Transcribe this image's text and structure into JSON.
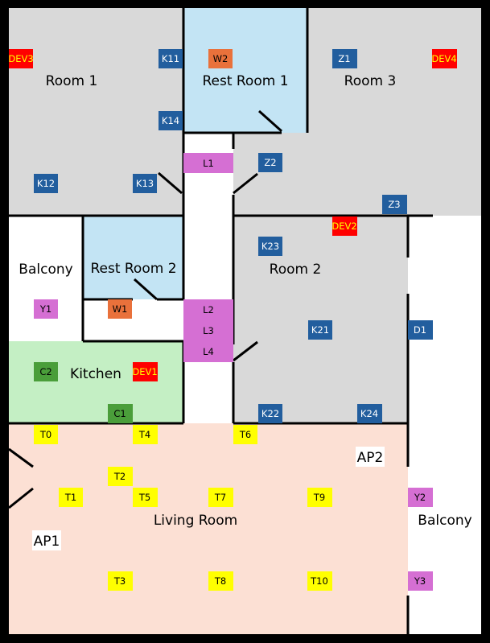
{
  "colors": {
    "wall": "#000000",
    "room_gray": "#d9d9d9",
    "restroom_blue": "#c3e4f4",
    "kitchen_green": "#c4efc4",
    "living_peach": "#fce0d4",
    "balcony_white": "#ffffff",
    "red": "#ff0000",
    "yellow": "#ffff00",
    "blue": "#225e9e",
    "pink": "#d56fd3",
    "orange": "#e9713b",
    "green": "#4a9e3a",
    "dev_text": "#ffff00",
    "tag_text_light": "#ffffff",
    "tag_text_dark": "#000000"
  },
  "rooms": {
    "room1": "Room 1",
    "restroom1": "Rest Room 1",
    "room3": "Room 3",
    "balcony_left": "Balcony",
    "restroom2": "Rest Room 2",
    "room2": "Room 2",
    "kitchen": "Kitchen",
    "living_room": "Living Room",
    "balcony_right": "Balcony"
  },
  "access_points": {
    "ap1": "AP1",
    "ap2": "AP2"
  },
  "devices": {
    "DEV1": "DEV1",
    "DEV2": "DEV2",
    "DEV3": "DEV3",
    "DEV4": "DEV4",
    "K11": "K11",
    "K12": "K12",
    "K13": "K13",
    "K14": "K14",
    "K21": "K21",
    "K22": "K22",
    "K23": "K23",
    "K24": "K24",
    "Z1": "Z1",
    "Z2": "Z2",
    "Z3": "Z3",
    "D1": "D1",
    "W1": "W1",
    "W2": "W2",
    "L1": "L1",
    "L2": "L2",
    "L3": "L3",
    "L4": "L4",
    "Y1": "Y1",
    "Y2": "Y2",
    "Y3": "Y3",
    "C1": "C1",
    "C2": "C2",
    "T0": "T0",
    "T1": "T1",
    "T2": "T2",
    "T3": "T3",
    "T4": "T4",
    "T5": "T5",
    "T6": "T6",
    "T7": "T7",
    "T8": "T8",
    "T9": "T9",
    "T10": "T10"
  }
}
